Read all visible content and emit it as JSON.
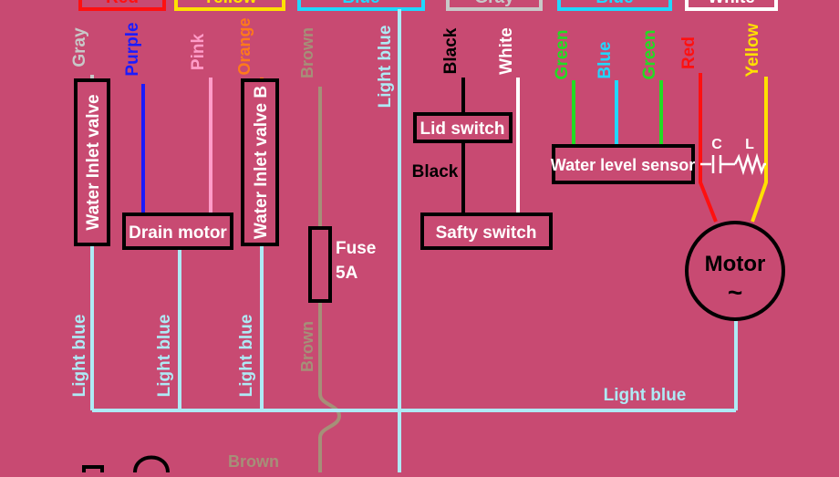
{
  "colors": {
    "background": "#c84a72",
    "red": "#ff1010",
    "yellow": "#ffe000",
    "light_blue": "#aeeaf5",
    "cyan": "#20d8ff",
    "gray": "#c8c8c8",
    "white": "#ffffff",
    "black": "#000000",
    "green": "#22dd22",
    "blue": "#1b1bff",
    "purple": "#2222ff",
    "pink": "#ff9cc8",
    "orange": "#ff7a1a",
    "brown": "#a59078"
  },
  "top_connectors": {
    "c1": "Red",
    "c2": "Yellow",
    "c3": "Blue",
    "c4": "Gray",
    "c5": "Blue",
    "c6": "White"
  },
  "wire_labels": {
    "gray": "Gray",
    "purple": "Purple",
    "pink": "Pink",
    "orange": "Orange",
    "brown_top": "Brown",
    "light_blue_main": "Light blue",
    "black_top": "Black",
    "white": "White",
    "green_1": "Green",
    "blue": "Blue",
    "green_2": "Green",
    "red": "Red",
    "yellow": "Yellow",
    "black_mid": "Black",
    "brown_mid": "Brown",
    "lb_1": "Light blue",
    "lb_2": "Light blue",
    "lb_3": "Light blue",
    "lb_bottom": "Light blue",
    "brown_bottom": "Brown"
  },
  "components": {
    "water_inlet_valve": "Water Inlet valve",
    "drain_motor": "Drain motor",
    "water_inlet_valve_b": "Water Inlet valve B",
    "fuse_name": "Fuse",
    "fuse_rating": "5A",
    "lid_switch": "Lid switch",
    "safty_switch": "Safty switch",
    "water_level_sensor": "Water level sensor",
    "capacitor_label": "C",
    "inductor_label": "L",
    "motor_name": "Motor",
    "motor_symbol": "~"
  }
}
